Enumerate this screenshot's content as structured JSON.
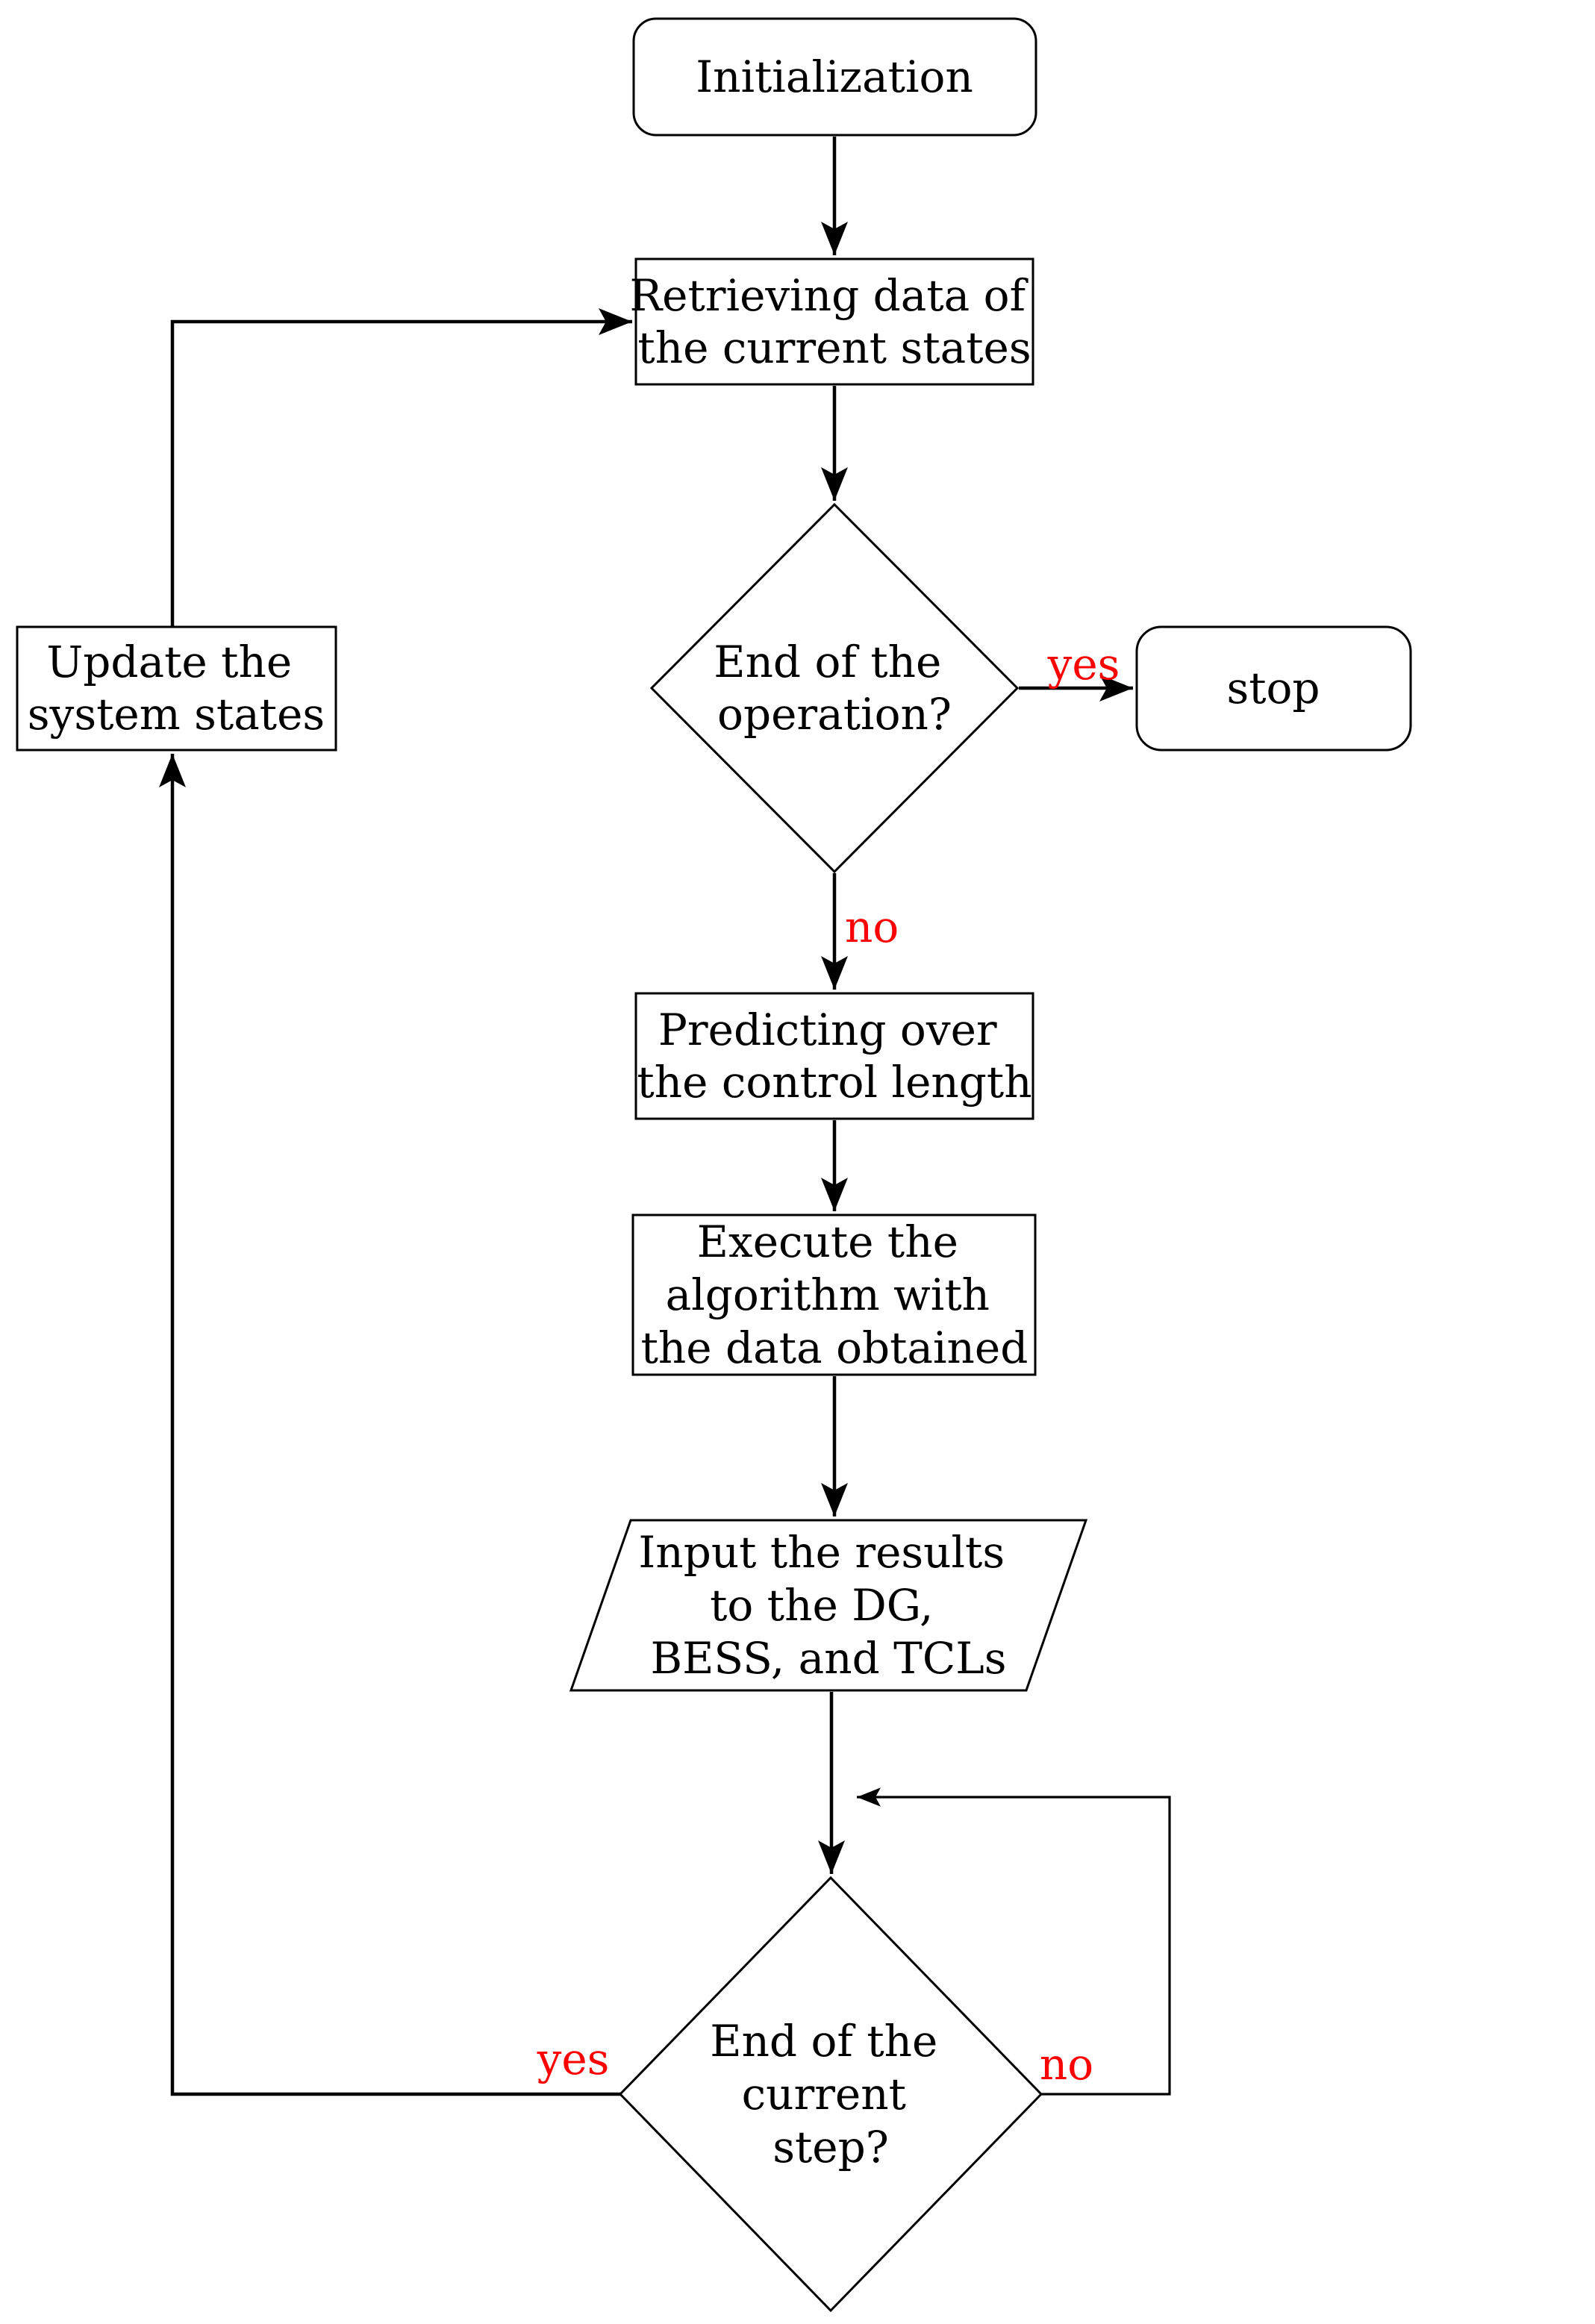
{
  "flowchart": {
    "colors": {
      "stroke": "#000000",
      "text": "#000000",
      "decision_label": "#ff0000",
      "shape_fill": "#ffffff",
      "background": "#ffffff"
    },
    "nodes": {
      "initialization": {
        "shape": "rounded-rect",
        "lines": [
          "Initialization"
        ]
      },
      "retrieve_data": {
        "shape": "rect",
        "lines": [
          "Retrieving data of",
          "the current states"
        ]
      },
      "end_of_operation": {
        "shape": "diamond",
        "lines": [
          "End of the",
          "operation?"
        ]
      },
      "stop": {
        "shape": "rounded-rect",
        "lines": [
          "stop"
        ]
      },
      "update_states": {
        "shape": "rect",
        "lines": [
          "Update the",
          "system states"
        ]
      },
      "predicting": {
        "shape": "rect",
        "lines": [
          "Predicting over",
          "the control length"
        ]
      },
      "execute_algorithm": {
        "shape": "rect",
        "lines": [
          "Execute the",
          "algorithm with",
          "the data obtained"
        ]
      },
      "input_results": {
        "shape": "parallelogram",
        "lines": [
          "Input the results",
          "to the DG,",
          "BESS, and TCLs"
        ]
      },
      "end_of_step": {
        "shape": "diamond",
        "lines": [
          "End of the",
          "current",
          "step?"
        ]
      }
    },
    "edge_labels": {
      "operation_yes": "yes",
      "operation_no": "no",
      "step_yes": "yes",
      "step_no": "no"
    }
  }
}
